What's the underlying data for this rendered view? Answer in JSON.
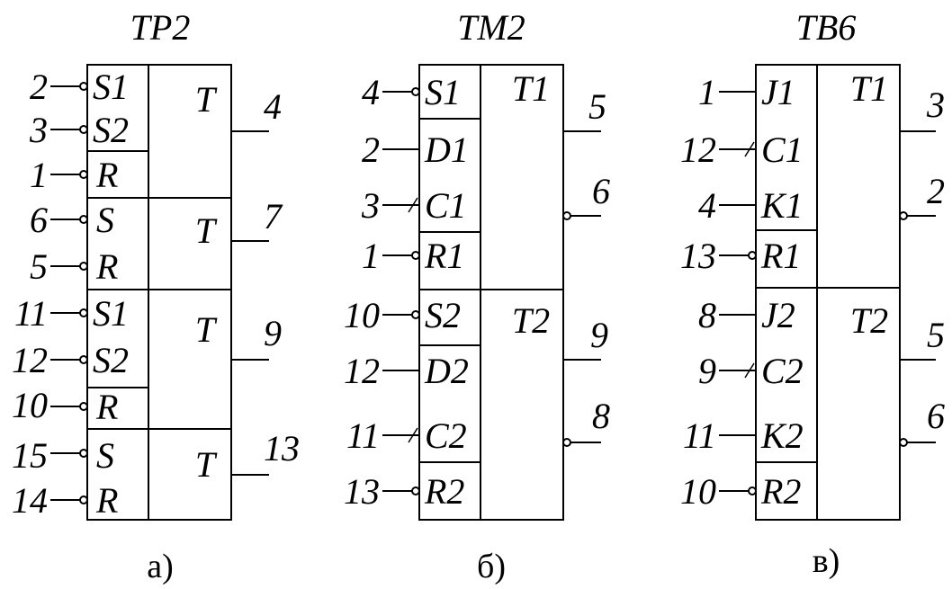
{
  "chips": [
    {
      "title": "ТР2",
      "caption": "а)",
      "sections": [
        {
          "name": "T",
          "inputs": [
            {
              "pin": "2",
              "label": "S1",
              "inv": true
            },
            {
              "pin": "3",
              "label": "S2",
              "inv": true
            },
            {
              "pin": "1",
              "label": "R",
              "inv": true
            }
          ],
          "outputs": [
            {
              "pin": "4",
              "inv": false
            }
          ]
        },
        {
          "name": "T",
          "inputs": [
            {
              "pin": "6",
              "label": "S",
              "inv": true
            },
            {
              "pin": "5",
              "label": "R",
              "inv": true
            }
          ],
          "outputs": [
            {
              "pin": "7",
              "inv": false
            }
          ]
        },
        {
          "name": "T",
          "inputs": [
            {
              "pin": "11",
              "label": "S1",
              "inv": true
            },
            {
              "pin": "12",
              "label": "S2",
              "inv": true
            },
            {
              "pin": "10",
              "label": "R",
              "inv": true
            }
          ],
          "outputs": [
            {
              "pin": "9",
              "inv": false
            }
          ]
        },
        {
          "name": "T",
          "inputs": [
            {
              "pin": "15",
              "label": "S",
              "inv": true
            },
            {
              "pin": "14",
              "label": "R",
              "inv": true
            }
          ],
          "outputs": [
            {
              "pin": "13",
              "inv": false
            }
          ]
        }
      ]
    },
    {
      "title": "ТМ2",
      "caption": "б)",
      "sections": [
        {
          "name": "T1",
          "inputs": [
            {
              "pin": "4",
              "label": "S1",
              "inv": true
            },
            {
              "pin": "2",
              "label": "D1",
              "inv": false
            },
            {
              "pin": "3",
              "label": "C1",
              "inv": false,
              "edge": true
            },
            {
              "pin": "1",
              "label": "R1",
              "inv": true
            }
          ],
          "outputs": [
            {
              "pin": "5",
              "inv": false
            },
            {
              "pin": "6",
              "inv": true
            }
          ]
        },
        {
          "name": "T2",
          "inputs": [
            {
              "pin": "10",
              "label": "S2",
              "inv": true
            },
            {
              "pin": "12",
              "label": "D2",
              "inv": false
            },
            {
              "pin": "11",
              "label": "C2",
              "inv": false,
              "edge": true
            },
            {
              "pin": "13",
              "label": "R2",
              "inv": true
            }
          ],
          "outputs": [
            {
              "pin": "9",
              "inv": false
            },
            {
              "pin": "8",
              "inv": true
            }
          ]
        }
      ]
    },
    {
      "title": "ТВ6",
      "caption": "в)",
      "sections": [
        {
          "name": "T1",
          "inputs": [
            {
              "pin": "1",
              "label": "J1",
              "inv": false
            },
            {
              "pin": "12",
              "label": "C1",
              "inv": false,
              "edge": true
            },
            {
              "pin": "4",
              "label": "K1",
              "inv": false
            },
            {
              "pin": "13",
              "label": "R1",
              "inv": true
            }
          ],
          "outputs": [
            {
              "pin": "3",
              "inv": false
            },
            {
              "pin": "2",
              "inv": true
            }
          ]
        },
        {
          "name": "T2",
          "inputs": [
            {
              "pin": "8",
              "label": "J2",
              "inv": false
            },
            {
              "pin": "9",
              "label": "C2",
              "inv": false,
              "edge": true
            },
            {
              "pin": "11",
              "label": "K2",
              "inv": false
            },
            {
              "pin": "10",
              "label": "R2",
              "inv": true
            }
          ],
          "outputs": [
            {
              "pin": "5",
              "inv": false
            },
            {
              "pin": "6",
              "inv": true
            }
          ]
        }
      ]
    }
  ]
}
